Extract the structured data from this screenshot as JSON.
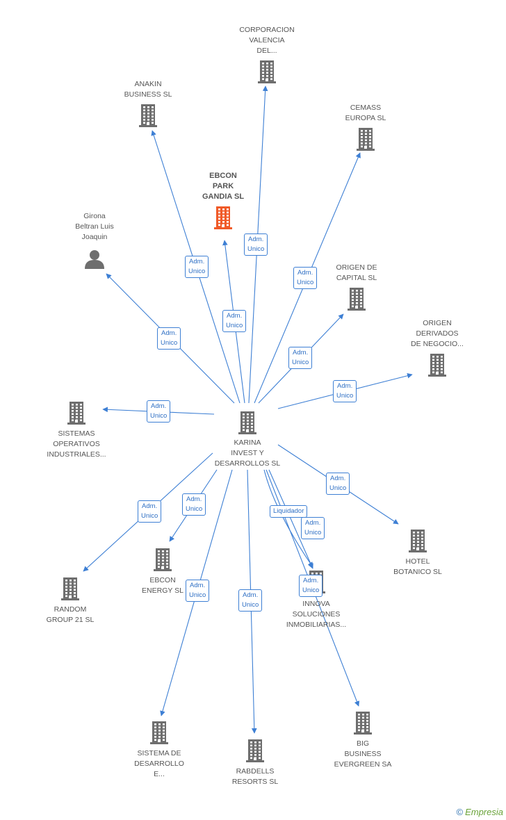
{
  "nodes": [
    {
      "id": "center",
      "label": "KARINA\nINVEST Y\nDESARROLLOS SL",
      "icon": "building-icon",
      "color": "#6e6e6e"
    },
    {
      "id": "ebcon_park",
      "label": "EBCON\nPARK\nGANDIA SL",
      "icon": "building-icon",
      "color": "#f05a28"
    },
    {
      "id": "corporacion",
      "label": "CORPORACION\nVALENCIA\nDEL...",
      "icon": "building-icon",
      "color": "#6e6e6e"
    },
    {
      "id": "anakin",
      "label": "ANAKIN\nBUSINESS SL",
      "icon": "building-icon",
      "color": "#6e6e6e"
    },
    {
      "id": "cemass",
      "label": "CEMASS\nEUROPA SL",
      "icon": "building-icon",
      "color": "#6e6e6e"
    },
    {
      "id": "girona",
      "label": "Girona\nBeltran Luis\nJoaquin",
      "icon": "person-icon",
      "color": "#6e6e6e"
    },
    {
      "id": "origen_capital",
      "label": "ORIGEN DE\nCAPITAL SL",
      "icon": "building-icon",
      "color": "#6e6e6e"
    },
    {
      "id": "origen_derivados",
      "label": "ORIGEN\nDERIVADOS\nDE NEGOCIO...",
      "icon": "building-icon",
      "color": "#6e6e6e"
    },
    {
      "id": "sistemas_op",
      "label": "SISTEMAS\nOPERATIVOS\nINDUSTRIALES...",
      "icon": "building-icon",
      "color": "#6e6e6e"
    },
    {
      "id": "hotel",
      "label": "HOTEL\nBOTANICO SL",
      "icon": "building-icon",
      "color": "#6e6e6e"
    },
    {
      "id": "ebcon_energy",
      "label": "EBCON\nENERGY SL",
      "icon": "building-icon",
      "color": "#6e6e6e"
    },
    {
      "id": "random",
      "label": "RANDOM\nGROUP 21 SL",
      "icon": "building-icon",
      "color": "#6e6e6e"
    },
    {
      "id": "innova",
      "label": "INNOVA\nSOLUCIONES\nINMOBILIARIAS...",
      "icon": "building-icon",
      "color": "#6e6e6e"
    },
    {
      "id": "sistema_des",
      "label": "SISTEMA DE\nDESARROLLO\nE...",
      "icon": "building-icon",
      "color": "#6e6e6e"
    },
    {
      "id": "rabdells",
      "label": "RABDELLS\nRESORTS SL",
      "icon": "building-icon",
      "color": "#6e6e6e"
    },
    {
      "id": "big",
      "label": "BIG\nBUSINESS\nEVERGREEN SA",
      "icon": "building-icon",
      "color": "#6e6e6e"
    }
  ],
  "edges": [
    {
      "id": "e_corporacion",
      "label": "Adm.\nUnico"
    },
    {
      "id": "e_anakin",
      "label": "Adm.\nUnico"
    },
    {
      "id": "e_ebcon_park",
      "label": "Adm.\nUnico"
    },
    {
      "id": "e_cemass",
      "label": "Adm.\nUnico"
    },
    {
      "id": "e_girona",
      "label": "Adm.\nUnico"
    },
    {
      "id": "e_origen_capital",
      "label": "Adm.\nUnico"
    },
    {
      "id": "e_origen_derivados",
      "label": "Adm.\nUnico"
    },
    {
      "id": "e_sistemas_op",
      "label": "Adm.\nUnico"
    },
    {
      "id": "e_hotel",
      "label": "Adm.\nUnico"
    },
    {
      "id": "e_ebcon_energy",
      "label": "Adm.\nUnico"
    },
    {
      "id": "e_random",
      "label": "Adm.\nUnico"
    },
    {
      "id": "e_innova_liq",
      "label": "Liquidador"
    },
    {
      "id": "e_innova",
      "label": "Adm.\nUnico"
    },
    {
      "id": "e_sistema_des",
      "label": "Adm.\nUnico"
    },
    {
      "id": "e_rabdells",
      "label": "Adm.\nUnico"
    },
    {
      "id": "e_big",
      "label": "Adm.\nUnico"
    }
  ],
  "theme": {
    "edge_color": "#3d7fd4",
    "label_text_color": "#2e6fc4"
  },
  "credit": {
    "copyright": "©",
    "brand": "Empresia"
  }
}
